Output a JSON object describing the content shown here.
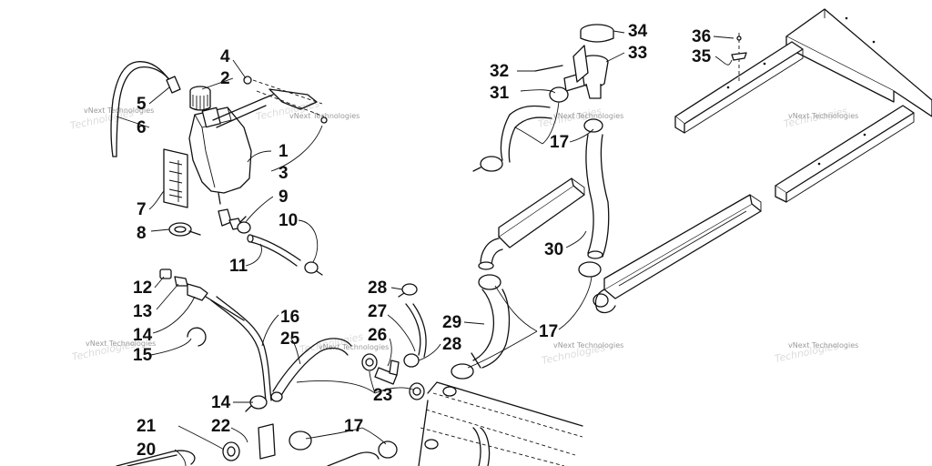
{
  "watermark": "vNext Technologies",
  "callouts": [
    {
      "id": "p1",
      "label": "1"
    },
    {
      "id": "p2",
      "label": "2"
    },
    {
      "id": "p3",
      "label": "3"
    },
    {
      "id": "p4",
      "label": "4"
    },
    {
      "id": "p5",
      "label": "5"
    },
    {
      "id": "p6",
      "label": "6"
    },
    {
      "id": "p7",
      "label": "7"
    },
    {
      "id": "p8",
      "label": "8"
    },
    {
      "id": "p9",
      "label": "9"
    },
    {
      "id": "p10",
      "label": "10"
    },
    {
      "id": "p11",
      "label": "11"
    },
    {
      "id": "p12",
      "label": "12"
    },
    {
      "id": "p13",
      "label": "13"
    },
    {
      "id": "p14a",
      "label": "14"
    },
    {
      "id": "p14b",
      "label": "14"
    },
    {
      "id": "p15",
      "label": "15"
    },
    {
      "id": "p16",
      "label": "16"
    },
    {
      "id": "p17a",
      "label": "17"
    },
    {
      "id": "p17b",
      "label": "17"
    },
    {
      "id": "p17c",
      "label": "17"
    },
    {
      "id": "p20",
      "label": "20"
    },
    {
      "id": "p21",
      "label": "21"
    },
    {
      "id": "p22",
      "label": "22"
    },
    {
      "id": "p23",
      "label": "23"
    },
    {
      "id": "p25",
      "label": "25"
    },
    {
      "id": "p26",
      "label": "26"
    },
    {
      "id": "p27",
      "label": "27"
    },
    {
      "id": "p28a",
      "label": "28"
    },
    {
      "id": "p28b",
      "label": "28"
    },
    {
      "id": "p29",
      "label": "29"
    },
    {
      "id": "p30",
      "label": "30"
    },
    {
      "id": "p31",
      "label": "31"
    },
    {
      "id": "p32",
      "label": "32"
    },
    {
      "id": "p33",
      "label": "33"
    },
    {
      "id": "p34",
      "label": "34"
    },
    {
      "id": "p35",
      "label": "35"
    },
    {
      "id": "p36",
      "label": "36"
    }
  ]
}
